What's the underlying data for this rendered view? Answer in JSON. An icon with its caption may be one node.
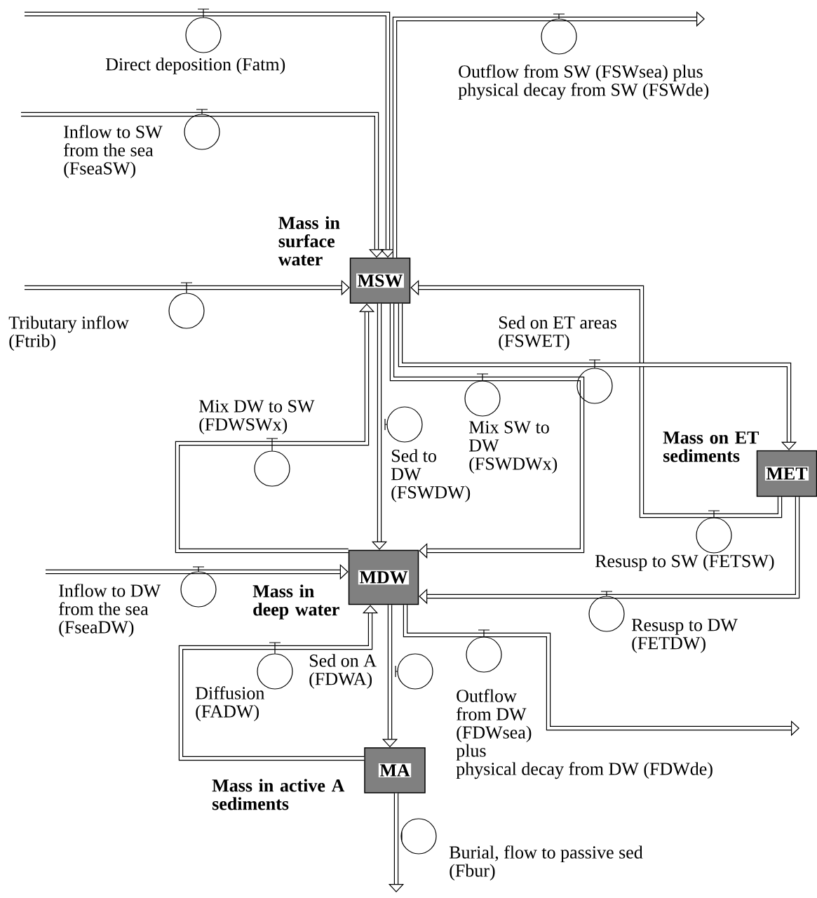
{
  "diagram": {
    "nodes": [
      {
        "text": [
          "Mass in surface water",
          "MSW"
        ]
      },
      {
        "text": [
          "Mass on ET sediments",
          "MET"
        ]
      },
      {
        "text": [
          "Mass in deep water",
          "MDW"
        ]
      },
      {
        "text": [
          "Mass in active A sediments",
          "MA"
        ]
      }
    ],
    "edges": [
      {
        "from": null,
        "to": 0,
        "arrow": "to",
        "label": "Direct deposition (Fatm)"
      },
      {
        "from": 0,
        "to": null,
        "arrow": "to",
        "label": "Outflow from SW (FSWsea) plus physical decay from SW (FSWde)"
      },
      {
        "from": null,
        "to": 0,
        "arrow": "to",
        "label": "Inflow to SW from the sea (FseaSW)"
      },
      {
        "from": null,
        "to": 0,
        "arrow": "to",
        "label": "Tributary inflow (Ftrib)"
      },
      {
        "from": 1,
        "to": 0,
        "arrow": "to",
        "label": "Resusp to SW (FETSW)"
      },
      {
        "from": 0,
        "to": 1,
        "arrow": "to",
        "label": "Sed on ET areas (FSWET)"
      },
      {
        "from": 0,
        "to": 2,
        "arrow": "to",
        "label": "Mix SW to DW (FSWDWx)"
      },
      {
        "from": 0,
        "to": 2,
        "arrow": "to",
        "label": "Sed to DW (FSWDW)"
      },
      {
        "from": 2,
        "to": 0,
        "arrow": "to",
        "label": "Mix DW to SW (FDWSWx)"
      },
      {
        "from": null,
        "to": 2,
        "arrow": "to",
        "label": "Inflow to DW from the sea (FseaDW)"
      },
      {
        "from": 1,
        "to": 2,
        "arrow": "to",
        "label": "Resusp to DW (FETDW)"
      },
      {
        "from": 2,
        "to": null,
        "arrow": "to",
        "label": "Outflow from DW (FDWsea) plus physical decay from DW (FDWde)"
      },
      {
        "from": 2,
        "to": 3,
        "arrow": "to",
        "label": "Sed on A (FDWA)"
      },
      {
        "from": 3,
        "to": 2,
        "arrow": "to",
        "label": "Diffusion (FADW)"
      },
      {
        "from": 3,
        "to": null,
        "arrow": "to",
        "label": "Burial, flow to passive sed (Fbur)"
      }
    ]
  }
}
